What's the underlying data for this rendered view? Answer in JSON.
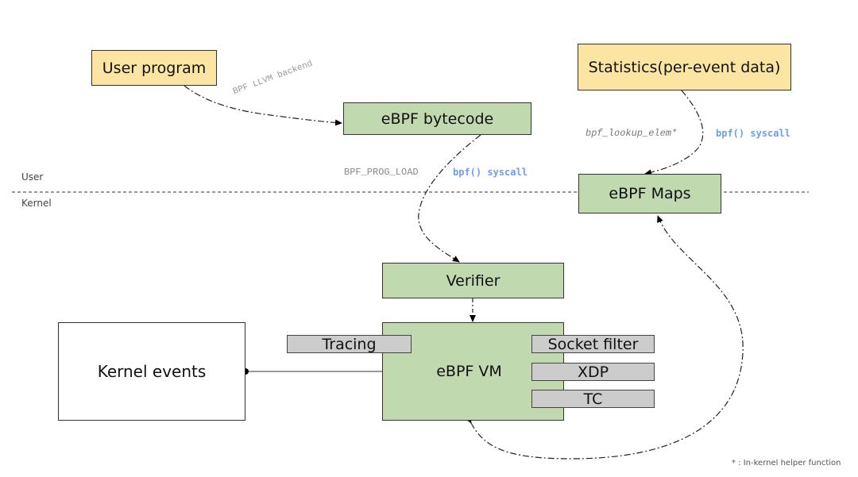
{
  "boxes": {
    "user_program": "User program",
    "statistics": "Statistics(per-event data)",
    "bytecode": "eBPF bytecode",
    "maps": "eBPF Maps",
    "verifier": "Verifier",
    "kernel_events": "Kernel events",
    "vm": "eBPF VM",
    "tracing": "Tracing",
    "socket_filter": "Socket filter",
    "xdp": "XDP",
    "tc": "TC"
  },
  "labels": {
    "llvm_backend": "BPF LLVM backend",
    "prog_load": "BPF_PROG_LOAD",
    "prog_load_syscall": "bpf() syscall",
    "lookup_elem": "bpf_lookup_elem*",
    "maps_syscall": "bpf() syscall",
    "user_space": "User",
    "kernel_space": "Kernel",
    "footnote": "* : In-kernel helper function"
  },
  "colors": {
    "program_box": "#fce5a3",
    "ebpf_box": "#c1d9ae",
    "hook_box": "#cccccc",
    "syscall_text": "#6d9eeb"
  }
}
